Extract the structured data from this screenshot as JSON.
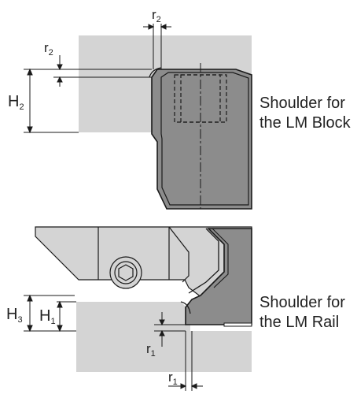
{
  "top_diagram": {
    "caption_line1": "Shoulder for",
    "caption_line2": "the LM Block",
    "dims": {
      "r2_top_base": "r",
      "r2_top_sub": "2",
      "r2_left_base": "r",
      "r2_left_sub": "2",
      "H2_base": "H",
      "H2_sub": "2"
    }
  },
  "bottom_diagram": {
    "caption_line1": "Shoulder for",
    "caption_line2": "the LM Rail",
    "dims": {
      "H3_base": "H",
      "H3_sub": "3",
      "H1_base": "H",
      "H1_sub": "1",
      "r1_mid_base": "r",
      "r1_mid_sub": "1",
      "r1_bottom_base": "r",
      "r1_bottom_sub": "1"
    }
  },
  "colors": {
    "shoulder_fill": "#d4d4d4",
    "part_fill": "#8c8c8c",
    "part_light": "#a6a6a6",
    "line": "#1a1a1a"
  }
}
